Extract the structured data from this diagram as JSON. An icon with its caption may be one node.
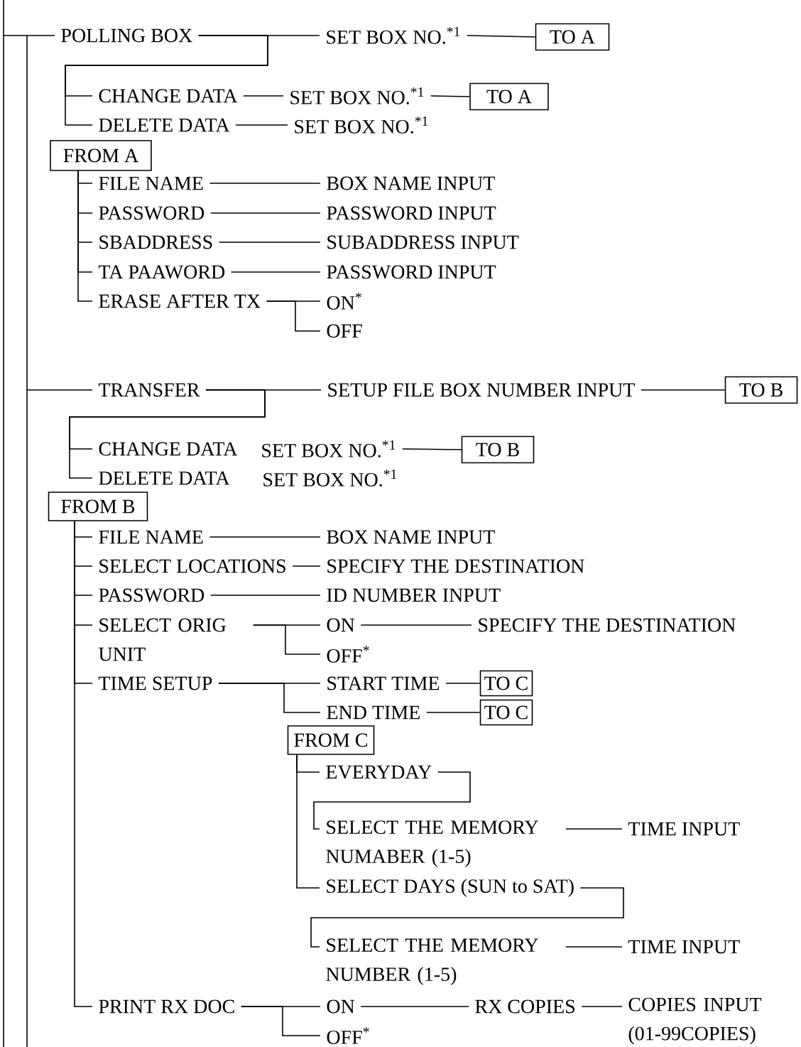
{
  "diagram": {
    "nodes": [
      {
        "text": [
          "POLLING BOX"
        ]
      },
      {
        "text": [
          "SET BOX NO.$^{*1}$"
        ]
      },
      {
        "text": [
          "TO A"
        ]
      },
      {
        "text": [
          "CHANGE DATA"
        ]
      },
      {
        "text": [
          "SET BOX NO.$^{*1}$"
        ]
      },
      {
        "text": [
          "TO A"
        ]
      },
      {
        "text": [
          "DELETE DATA"
        ]
      },
      {
        "text": [
          "SET BOX NO.$^{*1}$"
        ]
      },
      {
        "text": [
          "FROM A"
        ]
      },
      {
        "text": [
          "FILE NAME"
        ]
      },
      {
        "text": [
          "BOX NAME INPUT"
        ]
      },
      {
        "text": [
          "PASSWORD"
        ]
      },
      {
        "text": [
          "PASSWORD INPUT"
        ]
      },
      {
        "text": [
          "SBADDRESS"
        ]
      },
      {
        "text": [
          "SUBADDRESS INPUT"
        ]
      },
      {
        "text": [
          "TA PAAWORD"
        ]
      },
      {
        "text": [
          "PASSWORD INPUT"
        ]
      },
      {
        "text": [
          "ERASE AFTER TX"
        ]
      },
      {
        "text": [
          "ON$^{*}$"
        ]
      },
      {
        "text": [
          "OFF"
        ]
      },
      {
        "text": [
          "TRANSFER"
        ]
      },
      {
        "text": [
          "SETUP FILE BOX NUMBER INPUT"
        ]
      },
      {
        "text": [
          "TO B"
        ]
      },
      {
        "text": [
          "CHANGE DATA"
        ]
      },
      {
        "text": [
          "SET BOX NO.$^{*1}$"
        ]
      },
      {
        "text": [
          "TO B"
        ]
      },
      {
        "text": [
          "DELETE DATA"
        ]
      },
      {
        "text": [
          "SET BOX NO.$^{*1}$"
        ]
      },
      {
        "text": [
          "FROM B"
        ]
      },
      {
        "text": [
          "FILE NAME"
        ]
      },
      {
        "text": [
          "BOX NAME INPUT"
        ]
      },
      {
        "text": [
          "SELECT LOCATIONS"
        ]
      },
      {
        "text": [
          "SPECIFY THE DESTINATION"
        ]
      },
      {
        "text": [
          "PASSWORD"
        ]
      },
      {
        "text": [
          "ID NUMBER INPUT"
        ]
      },
      {
        "text": [
          "SELECT ORIG UNIT"
        ]
      },
      {
        "text": [
          "ON"
        ]
      },
      {
        "text": [
          "SPECIFY THE DESTINATION"
        ]
      },
      {
        "text": [
          "OFF$^{*}$"
        ]
      },
      {
        "text": [
          "TIME SETUP"
        ]
      },
      {
        "text": [
          "START TIME"
        ]
      },
      {
        "text": [
          "TO C"
        ]
      },
      {
        "text": [
          "END TIME"
        ]
      },
      {
        "text": [
          "TO C"
        ]
      },
      {
        "text": [
          "FROM C"
        ]
      },
      {
        "text": [
          "EVERYDAY"
        ]
      },
      {
        "text": [
          "SELECT THE MEMORY NUMABER (1-5)"
        ]
      },
      {
        "text": [
          "TIME INPUT"
        ]
      },
      {
        "text": [
          "SELECT DAYS (SUN to SAT)"
        ]
      },
      {
        "text": [
          "SELECT THE MEMORY NUMBER (1-5)"
        ]
      },
      {
        "text": [
          "TIME INPUT"
        ]
      },
      {
        "text": [
          "PRINT RX DOC"
        ]
      },
      {
        "text": [
          "ON"
        ]
      },
      {
        "text": [
          "RX COPIES"
        ]
      },
      {
        "text": [
          "COPIES INPUT (01-99COPIES)"
        ]
      },
      {
        "text": [
          "OFF$^{*}$"
        ]
      }
    ],
    "edges": [
      {
        "from": null,
        "to": 0,
        "arrow": "none"
      },
      {
        "from": 0,
        "to": 1,
        "arrow": "none"
      },
      {
        "from": 0,
        "to": 3,
        "arrow": "none"
      },
      {
        "from": 0,
        "to": 6,
        "arrow": "none"
      },
      {
        "from": 1,
        "to": 2,
        "arrow": "none"
      },
      {
        "from": 3,
        "to": 4,
        "arrow": "none"
      },
      {
        "from": 4,
        "to": 5,
        "arrow": "none"
      },
      {
        "from": 6,
        "to": 7,
        "arrow": "none"
      },
      {
        "from": 8,
        "to": 9,
        "arrow": "none"
      },
      {
        "from": 8,
        "to": 11,
        "arrow": "none"
      },
      {
        "from": 8,
        "to": 13,
        "arrow": "none"
      },
      {
        "from": 8,
        "to": 15,
        "arrow": "none"
      },
      {
        "from": 8,
        "to": 17,
        "arrow": "none"
      },
      {
        "from": 9,
        "to": 10,
        "arrow": "none"
      },
      {
        "from": 11,
        "to": 12,
        "arrow": "none"
      },
      {
        "from": 13,
        "to": 14,
        "arrow": "none"
      },
      {
        "from": 15,
        "to": 16,
        "arrow": "none"
      },
      {
        "from": 17,
        "to": 18,
        "arrow": "none"
      },
      {
        "from": 17,
        "to": 19,
        "arrow": "none"
      },
      {
        "from": null,
        "to": 20,
        "arrow": "none"
      },
      {
        "from": 20,
        "to": 21,
        "arrow": "none"
      },
      {
        "from": 21,
        "to": 22,
        "arrow": "none"
      },
      {
        "from": 20,
        "to": 23,
        "arrow": "none"
      },
      {
        "from": 20,
        "to": 26,
        "arrow": "none"
      },
      {
        "from": 24,
        "to": 25,
        "arrow": "none"
      },
      {
        "from": 28,
        "to": 29,
        "arrow": "none"
      },
      {
        "from": 28,
        "to": 31,
        "arrow": "none"
      },
      {
        "from": 28,
        "to": 33,
        "arrow": "none"
      },
      {
        "from": 28,
        "to": 35,
        "arrow": "none"
      },
      {
        "from": 28,
        "to": 39,
        "arrow": "none"
      },
      {
        "from": 28,
        "to": 51,
        "arrow": "none"
      },
      {
        "from": 29,
        "to": 30,
        "arrow": "none"
      },
      {
        "from": 31,
        "to": 32,
        "arrow": "none"
      },
      {
        "from": 33,
        "to": 34,
        "arrow": "none"
      },
      {
        "from": 35,
        "to": 36,
        "arrow": "none"
      },
      {
        "from": 35,
        "to": 38,
        "arrow": "none"
      },
      {
        "from": 36,
        "to": 37,
        "arrow": "none"
      },
      {
        "from": 39,
        "to": 40,
        "arrow": "none"
      },
      {
        "from": 39,
        "to": 42,
        "arrow": "none"
      },
      {
        "from": 40,
        "to": 41,
        "arrow": "none"
      },
      {
        "from": 42,
        "to": 43,
        "arrow": "none"
      },
      {
        "from": 44,
        "to": 45,
        "arrow": "none"
      },
      {
        "from": 44,
        "to": 48,
        "arrow": "none"
      },
      {
        "from": 45,
        "to": 46,
        "arrow": "none"
      },
      {
        "from": 46,
        "to": 47,
        "arrow": "none"
      },
      {
        "from": 48,
        "to": 49,
        "arrow": "none"
      },
      {
        "from": 49,
        "to": 50,
        "arrow": "none"
      },
      {
        "from": 51,
        "to": 52,
        "arrow": "none"
      },
      {
        "from": 51,
        "to": 55,
        "arrow": "none"
      },
      {
        "from": 52,
        "to": 53,
        "arrow": "none"
      },
      {
        "from": 53,
        "to": 54,
        "arrow": "none"
      }
    ]
  }
}
